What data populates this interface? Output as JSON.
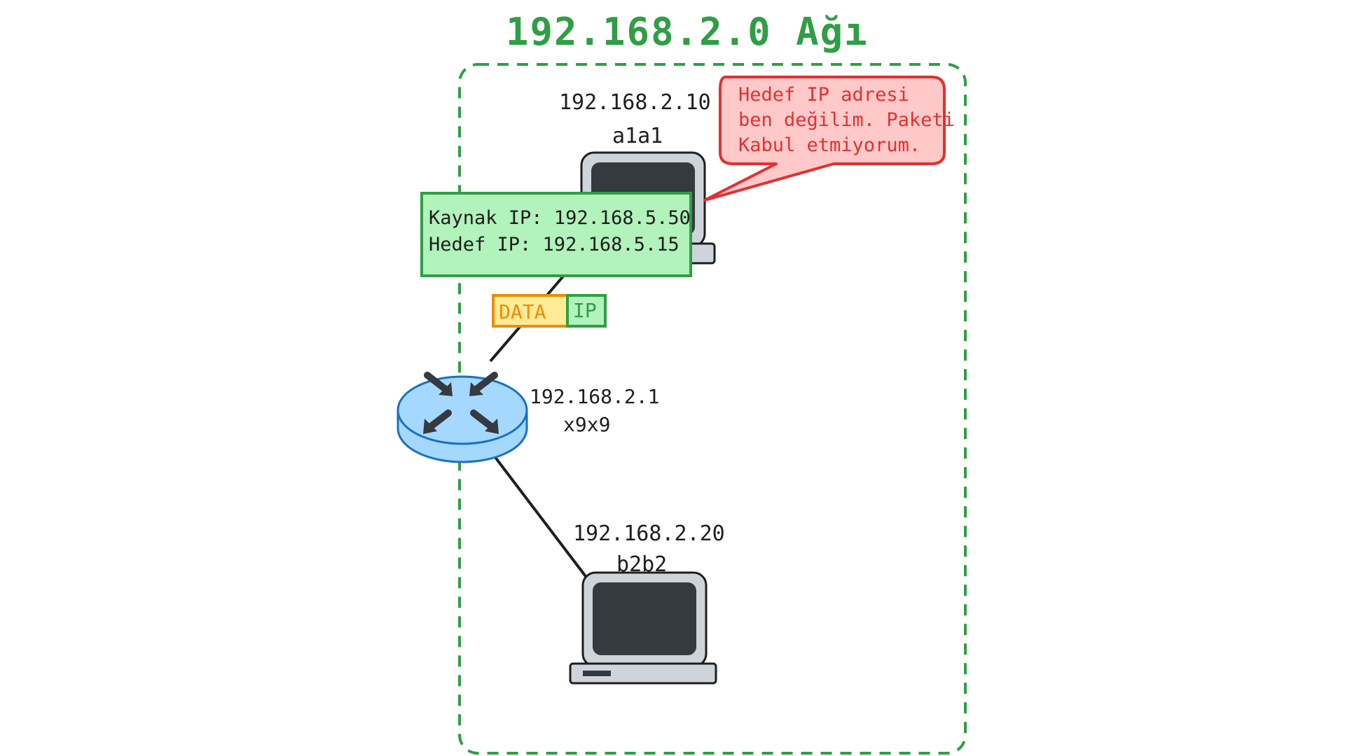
{
  "network": {
    "title": "192.168.2.0 Ağı"
  },
  "host_a": {
    "ip": "192.168.2.10",
    "mac": "a1a1"
  },
  "host_b": {
    "ip": "192.168.2.20",
    "mac": "b2b2"
  },
  "router": {
    "ip": "192.168.2.1",
    "mac": "x9x9"
  },
  "ip_header": {
    "source": "Kaynak IP: 192.168.5.50",
    "destination": "Hedef IP: 192.168.5.15"
  },
  "packet": {
    "data_label": "DATA",
    "ip_label": "IP"
  },
  "speech_bubble": {
    "line1": "Hedef IP adresi",
    "line2": "ben değilim. Paketi",
    "line3": "Kabul etmiyorum."
  },
  "colors": {
    "network_green": "#2f9e44",
    "header_fill": "#b2f2bb",
    "data_fill": "#ffec99",
    "data_stroke": "#f08c00",
    "bubble_fill": "#ffc9c9",
    "bubble_stroke": "#e03131",
    "router_fill": "#a5d8ff",
    "router_stroke": "#1971c2",
    "computer_body": "#ced4da",
    "screen": "#343a40"
  }
}
